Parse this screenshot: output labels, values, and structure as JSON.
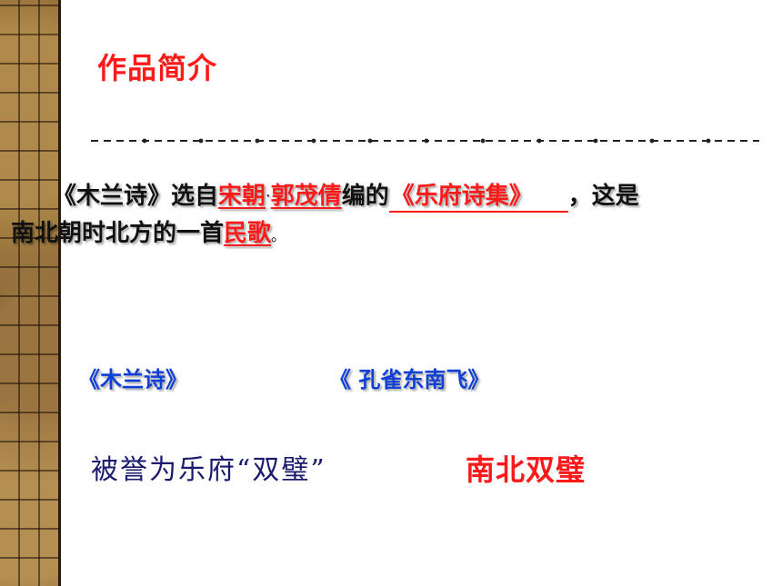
{
  "slide": {
    "title": "作品简介",
    "intro": {
      "line1_prefix": "《木兰诗》选自",
      "highlight_dynasty": "宋朝",
      "separator": "·",
      "highlight_editor": "郭茂倩",
      "middle": "编的",
      "highlight_collection": "《乐府诗集》",
      "line1_suffix": "，这是",
      "line2_prefix": "南北朝时北方的一首",
      "highlight_genre": "民歌",
      "line2_suffix": "。"
    },
    "poems": [
      "《木兰诗》",
      "《 孔雀东南飞》"
    ],
    "praise": "被誉为乐府“双璧”",
    "answer": "南北双璧"
  },
  "colors": {
    "highlight": "#ff1a1a",
    "poem_title": "#0f3fd6",
    "praise_text": "#1a1a6e",
    "sidebar_texture": "#6b4a22"
  }
}
